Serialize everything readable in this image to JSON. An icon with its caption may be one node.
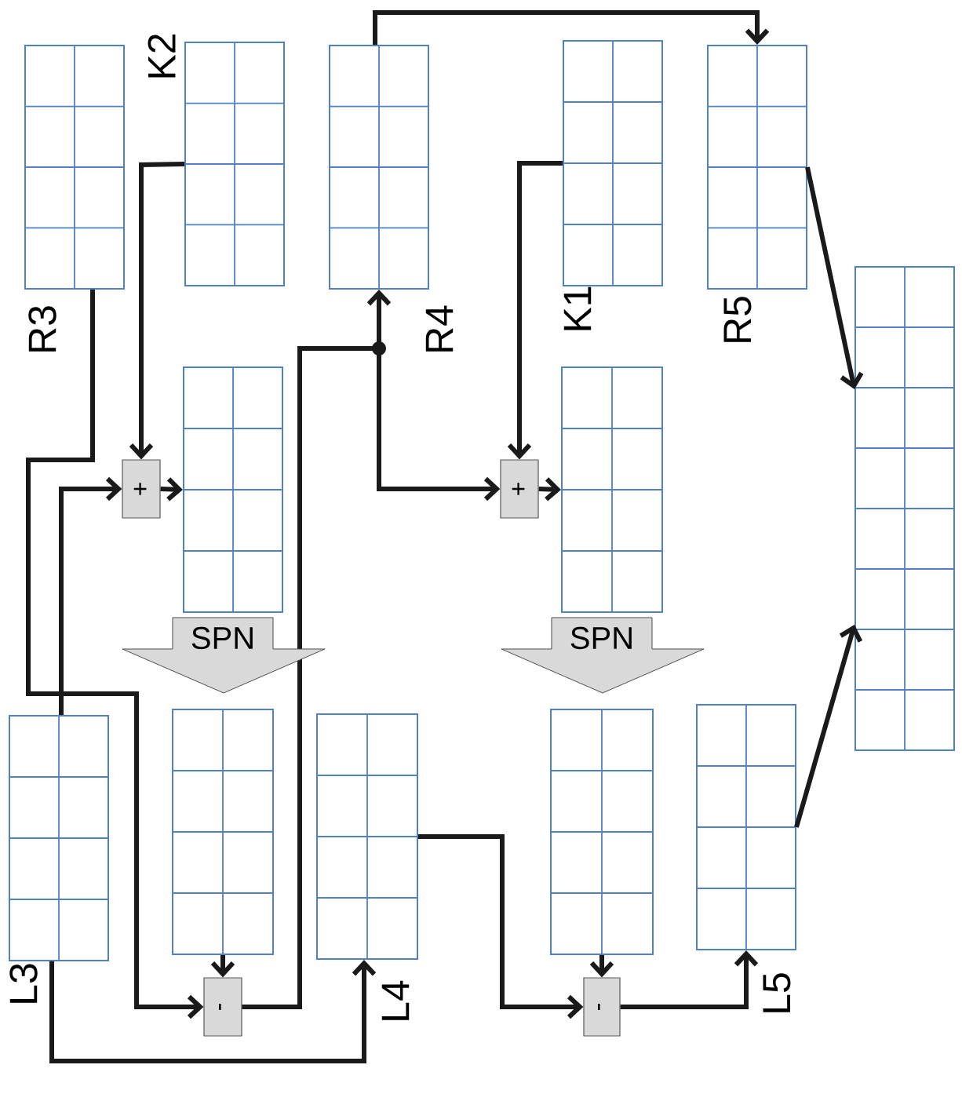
{
  "diagram": {
    "nodes": [
      {
        "text": [],
        "shape": "grid",
        "beside": [
          "R3"
        ]
      },
      {
        "text": [],
        "shape": "grid",
        "beside": [
          "K2"
        ]
      },
      {
        "text": [],
        "shape": "grid",
        "beside": [
          "R4"
        ]
      },
      {
        "text": [],
        "shape": "grid",
        "beside": [
          "K1"
        ]
      },
      {
        "text": [],
        "shape": "grid",
        "beside": [
          "R5"
        ]
      },
      {
        "text": [],
        "shape": "grid"
      },
      {
        "text": [
          "+"
        ]
      },
      {
        "text": [],
        "shape": "grid"
      },
      {
        "text": [
          "+"
        ]
      },
      {
        "text": [],
        "shape": "grid"
      },
      {
        "text": [],
        "shape": "grid",
        "beside": [
          "L3"
        ]
      },
      {
        "text": [],
        "shape": "grid"
      },
      {
        "text": [],
        "shape": "grid",
        "beside": [
          "L4"
        ]
      },
      {
        "text": [],
        "shape": "grid"
      },
      {
        "text": [],
        "shape": "grid",
        "beside": [
          "L5"
        ]
      },
      {
        "text": [
          "-"
        ]
      },
      {
        "text": [
          "-"
        ]
      }
    ],
    "edges": [
      {
        "from": 1,
        "to": 6,
        "arrow": "to"
      },
      {
        "from": 0,
        "to": 15,
        "arrow": "to"
      },
      {
        "from": 10,
        "to": 6,
        "arrow": "to"
      },
      {
        "from": 6,
        "to": 7,
        "arrow": "to"
      },
      {
        "from": 10,
        "to": 12,
        "arrow": "to"
      },
      {
        "from": 11,
        "to": 15,
        "arrow": "to"
      },
      {
        "from": 15,
        "to": 2,
        "arrow": "to"
      },
      {
        "from": 15,
        "to": 8,
        "arrow": "to"
      },
      {
        "from": 2,
        "to": 4,
        "arrow": "to"
      },
      {
        "from": 3,
        "to": 8,
        "arrow": "to"
      },
      {
        "from": 8,
        "to": 9,
        "arrow": "to"
      },
      {
        "from": 12,
        "to": 16,
        "arrow": "to"
      },
      {
        "from": 13,
        "to": 16,
        "arrow": "to"
      },
      {
        "from": 16,
        "to": 14,
        "arrow": "to"
      },
      {
        "from": 4,
        "to": 5,
        "arrow": "to"
      },
      {
        "from": 14,
        "to": 5,
        "arrow": "to"
      },
      {
        "from": 7,
        "to": 11,
        "arrow": "to",
        "label": "SPN",
        "style": "thick"
      },
      {
        "from": 9,
        "to": 13,
        "arrow": "to",
        "label": "SPN",
        "style": "thick"
      }
    ]
  }
}
